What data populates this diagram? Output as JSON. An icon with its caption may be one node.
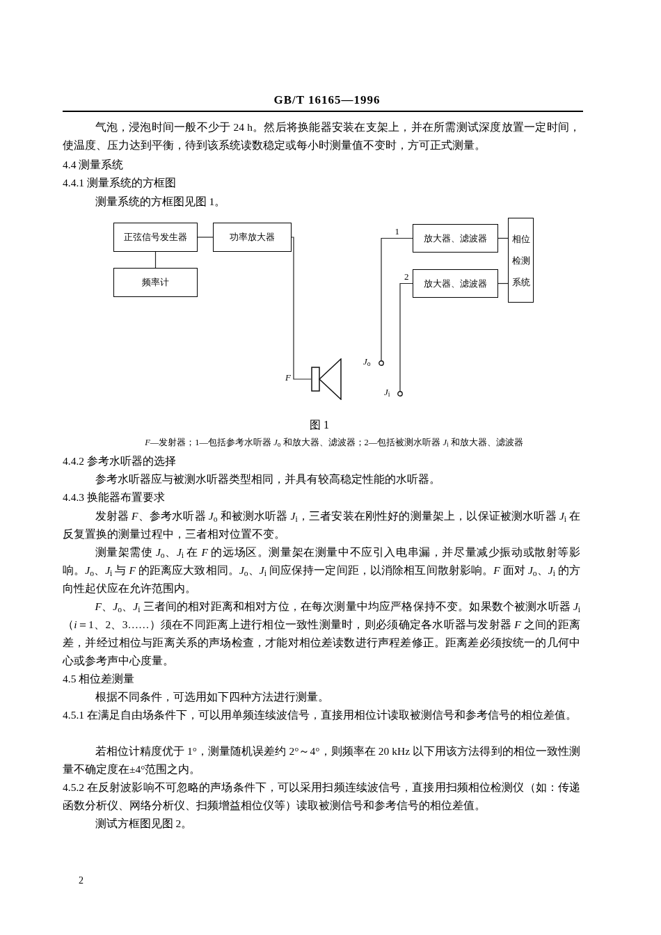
{
  "diagram": {
    "caption": "图 1",
    "nodes": [
      {
        "text": [
          "正弦信号发生器"
        ]
      },
      {
        "text": [
          "频率计"
        ]
      },
      {
        "text": [
          "功率放大器"
        ]
      },
      {
        "text": [],
        "shape": "picture",
        "beside": [
          "*F*"
        ]
      },
      {
        "text": [
          "放大器、滤波器"
        ]
      },
      {
        "text": [
          "放大器、滤波器"
        ]
      },
      {
        "text": [
          "相位检测系统"
        ]
      },
      {
        "text": [],
        "shape": "circle",
        "beside": [
          "*J*$_{o}$"
        ]
      },
      {
        "text": [],
        "shape": "circle",
        "beside": [
          "*J*$_{i}$"
        ]
      }
    ],
    "edges": [
      {
        "from": 0,
        "to": 2,
        "arrow": "none"
      },
      {
        "from": 0,
        "to": 1,
        "arrow": "none"
      },
      {
        "from": 2,
        "to": 3,
        "arrow": "none"
      },
      {
        "from": 7,
        "to": 4,
        "arrow": "none",
        "label": "1"
      },
      {
        "from": 4,
        "to": 6,
        "arrow": "none"
      },
      {
        "from": 5,
        "to": 6,
        "arrow": "none"
      },
      {
        "from": 8,
        "to": 5,
        "arrow": "none",
        "label": "2"
      }
    ],
    "labels": [
      "GB/T 16165—1996",
      "气泡，浸泡时间一般不少于 24 h。然后将换能器安装在支架上，并在所需测试深度放置一定时间，使温度、压力达到平衡，待到该系统读数稳定或每小时测量值不变时，方可正式测量。",
      "4.4 测量系统",
      "4.4.1 测量系统的方框图",
      "测量系统的方框图见图 1。",
      "*F*—发射器；1—包括参考水听器 *J*$_{o}$ 和放大器、滤波器；2—包括被测水听器 *J*$_{i}$ 和放大器、滤波器",
      "4.4.2 参考水听器的选择",
      "参考水听器应与被测水听器类型相同，并具有较高稳定性能的水听器。",
      "4.4.3 换能器布置要求",
      "发射器 *F*、参考水听器 *J*$_{o}$ 和被测水听器 *J*$_{i}$，三者安装在刚性好的测量架上，以保证被测水听器 *J*$_{i}$ 在反复置换的测量过程中，三者相对位置不变。",
      "测量架需使 *J*$_{o}$、*J*$_{i}$ 在 *F* 的远场区。测量架在测量中不应引入电串漏，并尽量减少振动或散射等影响。*J*$_{o}$、*J*$_{i}$ 与 *F* 的距离应大致相同。*J*$_{o}$、*J*$_{i}$ 间应保持一定间距，以消除相互间散射影响。*F* 面对 *J*$_{o}$、*J*$_{i}$ 的方向性起伏应在允许范围内。",
      "*F*、*J*$_{o}$、*J*$_{i}$ 三者间的相对距离和相对方位，在每次测量中均应严格保持不变。如果数个被测水听器 *J*$_{i}$（*i*＝1、2、3……）须在不同距离上进行相位一致性测量时，则必须确定各水听器与发射器 *F* 之间的距离差，并经过相位与距离关系的声场检查，才能对相位差读数进行声程差修正。距离差必须按统一的几何中心或参考声中心度量。",
      "4.5 相位差测量",
      "根据不同条件，可选用如下四种方法进行测量。",
      "4.5.1 在满足自由场条件下，可以用单频连续波信号，直接用相位计读取被测信号和参考信号的相位差值。",
      "若相位计精度优于 1°，测量随机误差约 2°～4°，则频率在 20 kHz 以下用该方法得到的相位一致性测量不确定度在±4°范围之内。",
      "4.5.2 在反射波影响不可忽略的声场条件下，可以采用扫频连续波信号，直接用扫频相位检测仪（如：传递函数分析仪、网络分析仪、扫频增益相位仪等）读取被测信号和参考信号的相位差值。",
      "测试方框图见图 2。",
      "2"
    ]
  }
}
